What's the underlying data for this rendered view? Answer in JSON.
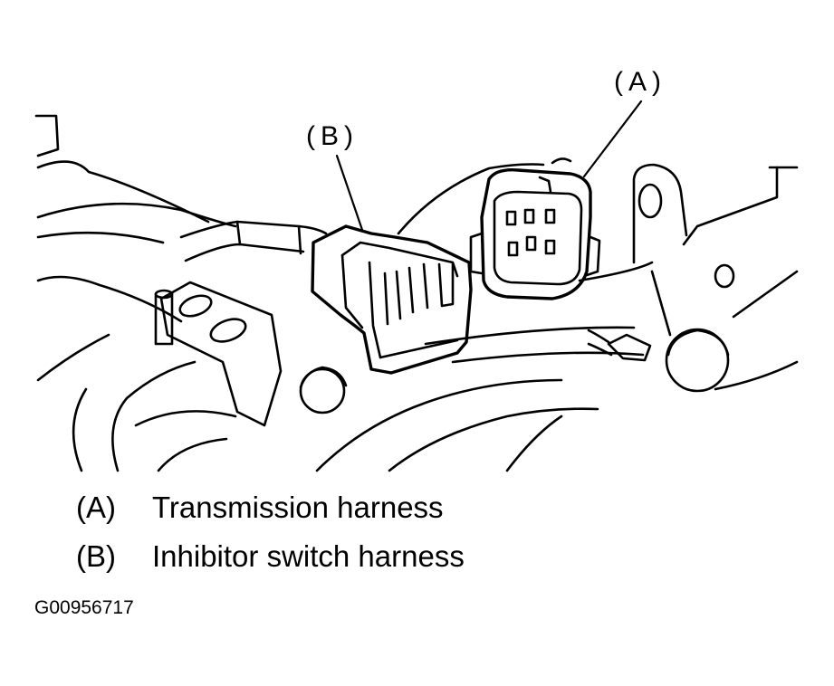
{
  "callouts": {
    "a": "(A)",
    "b": "(B)"
  },
  "legend": [
    {
      "key": "(A)",
      "text": "Transmission harness"
    },
    {
      "key": "(B)",
      "text": "Inhibitor switch harness"
    }
  ],
  "figure_id": "G00956717"
}
